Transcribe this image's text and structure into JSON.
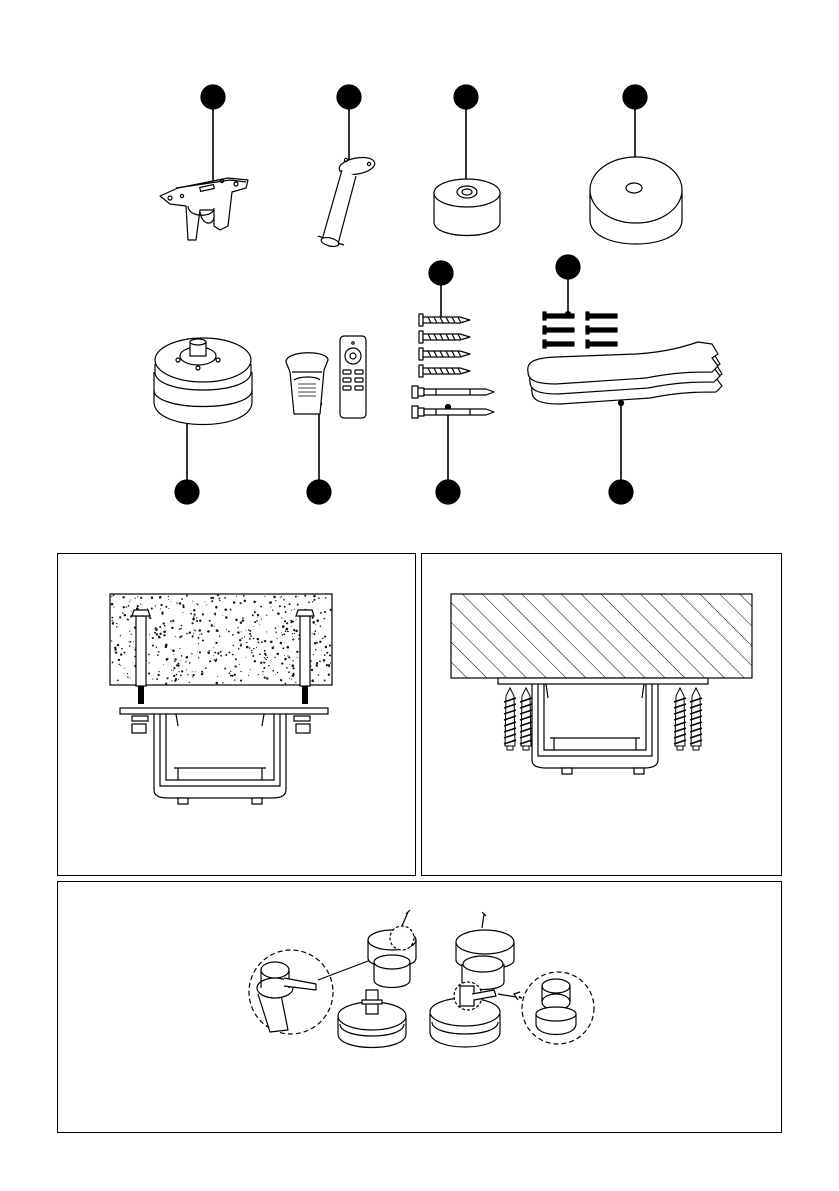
{
  "document": {
    "type": "ceiling-fan-installation-sheet",
    "colors": {
      "ink": "#000000",
      "paper": "#ffffff",
      "concrete_speckle": "#111111"
    }
  },
  "parts": [
    {
      "name": "mounting-bracket",
      "icon": "bracket-icon"
    },
    {
      "name": "downrod",
      "icon": "downrod-icon"
    },
    {
      "name": "top-cover",
      "icon": "small-cup-icon"
    },
    {
      "name": "canopy",
      "icon": "canopy-icon"
    },
    {
      "name": "motor-housing",
      "icon": "motor-icon"
    },
    {
      "name": "receiver-and-remote",
      "icon": "remote-icon"
    },
    {
      "name": "wood-screws",
      "icon": "screw-icon"
    },
    {
      "name": "expansion-bolts",
      "icon": "anchor-bolt-icon"
    },
    {
      "name": "blade-screws",
      "icon": "bolt-icon"
    },
    {
      "name": "fan-blades",
      "icon": "blade-icon"
    }
  ],
  "panels": [
    {
      "name": "concrete-ceiling-mounting",
      "icon": "concrete-ceiling-icon"
    },
    {
      "name": "wood-ceiling-mounting",
      "icon": "wood-ceiling-icon"
    },
    {
      "name": "motor-assembly-detail",
      "icon": "assembly-detail-icon"
    }
  ]
}
